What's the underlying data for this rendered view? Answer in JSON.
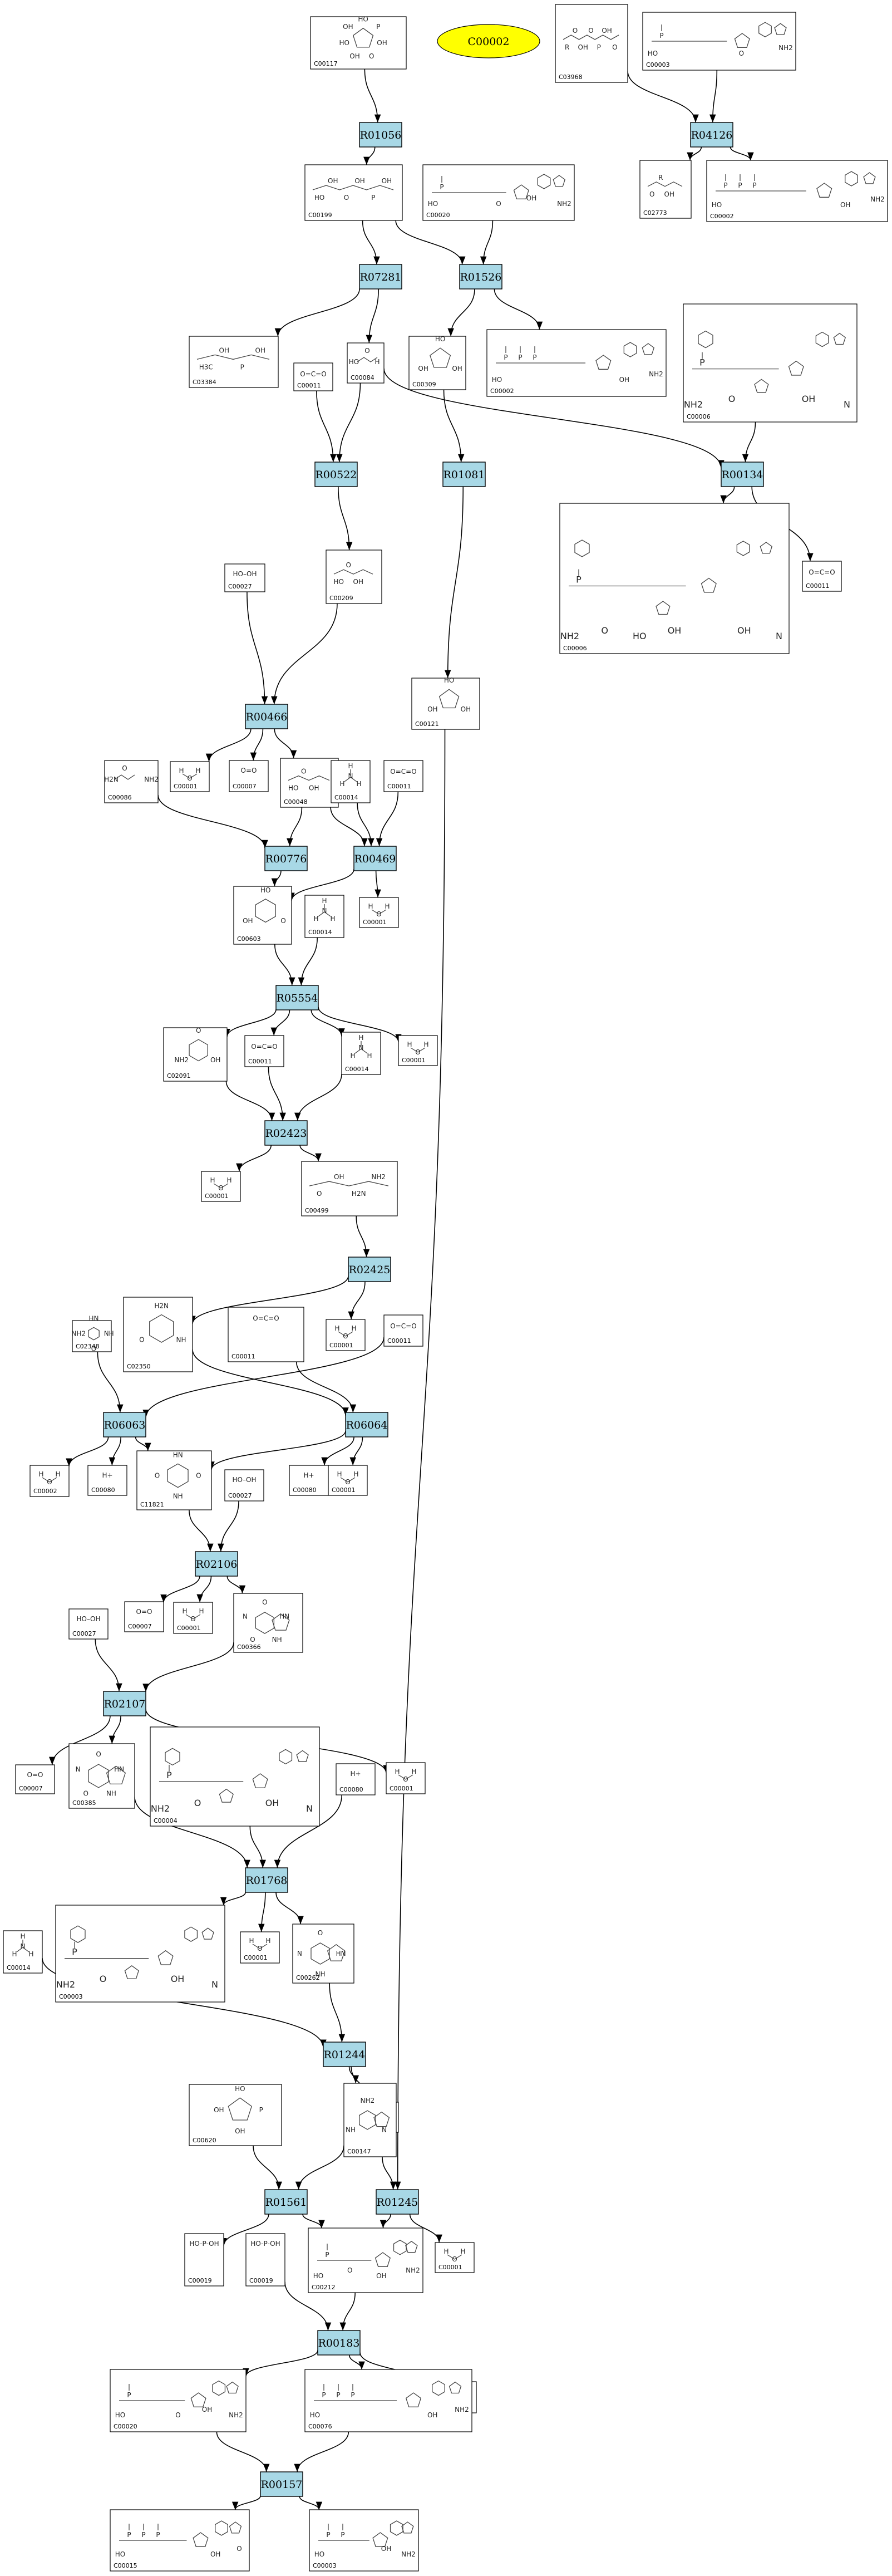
{
  "target": {
    "id": "C00002"
  },
  "compounds": [
    {
      "id": "C00117",
      "kind": "ring",
      "atoms": [
        "HO",
        "P",
        "OH",
        "O",
        "OH",
        "HO",
        "OH"
      ]
    },
    {
      "id": "C03968",
      "kind": "chainR",
      "atoms": [
        "R",
        "O",
        "OH",
        "O",
        "P",
        "OH",
        "O"
      ]
    },
    {
      "id": "C00003",
      "kind": "nuc",
      "atoms": [
        "HO",
        "P",
        "O",
        "NH2"
      ]
    },
    {
      "id": "C02773",
      "kind": "chainR",
      "atoms": [
        "O",
        "R",
        "OH"
      ]
    },
    {
      "id": "C00002",
      "kind": "nuc",
      "atoms": [
        "HO",
        "P",
        "P",
        "P",
        "OH",
        "NH2"
      ]
    },
    {
      "id": "C00199",
      "kind": "chain",
      "atoms": [
        "HO",
        "OH",
        "O",
        "OH",
        "P",
        "OH"
      ]
    },
    {
      "id": "C00020",
      "kind": "nuc",
      "atoms": [
        "HO",
        "P",
        "O",
        "OH",
        "NH2"
      ]
    },
    {
      "id": "C03384",
      "kind": "chain",
      "atoms": [
        "H3C",
        "OH",
        "P",
        "OH"
      ]
    },
    {
      "id": "C00011",
      "kind": "co2",
      "atoms": [
        "O",
        "C",
        "O"
      ]
    },
    {
      "id": "C00084",
      "kind": "small",
      "atoms": [
        "HO",
        "O",
        "H"
      ]
    },
    {
      "id": "C00309",
      "kind": "ring",
      "atoms": [
        "HO",
        "OH",
        "OH"
      ]
    },
    {
      "id": "C00002",
      "kind": "nuc",
      "atoms": [
        "HO",
        "P",
        "P",
        "P",
        "OH",
        "NH2"
      ]
    },
    {
      "id": "C00006",
      "kind": "nad",
      "atoms": [
        "NH2",
        "O",
        "P",
        "OH",
        "N"
      ]
    },
    {
      "id": "C00006",
      "kind": "nad",
      "atoms": [
        "NH2",
        "O",
        "HO",
        "OH",
        "P",
        "OH",
        "N"
      ]
    },
    {
      "id": "C00011",
      "kind": "co2",
      "atoms": [
        "O",
        "C",
        "O"
      ]
    },
    {
      "id": "C00027",
      "kind": "text",
      "atoms": [
        "HO–OH"
      ]
    },
    {
      "id": "C00209",
      "kind": "chain",
      "atoms": [
        "HO",
        "O",
        "OH"
      ]
    },
    {
      "id": "C00121",
      "kind": "ring",
      "atoms": [
        "HO",
        "OH",
        "OH"
      ]
    },
    {
      "id": "C00086",
      "kind": "small",
      "atoms": [
        "H2N",
        "O",
        "NH2"
      ]
    },
    {
      "id": "C00001",
      "kind": "water",
      "atoms": [
        "H",
        "O",
        "H"
      ]
    },
    {
      "id": "C00007",
      "kind": "text",
      "atoms": [
        "O=O"
      ]
    },
    {
      "id": "C00048",
      "kind": "chain",
      "atoms": [
        "HO",
        "O",
        "OH"
      ]
    },
    {
      "id": "C00014",
      "kind": "nh3",
      "atoms": [
        "H",
        "N",
        "H",
        "H"
      ]
    },
    {
      "id": "C00011",
      "kind": "co2",
      "atoms": [
        "O",
        "C",
        "O"
      ]
    },
    {
      "id": "C00603",
      "kind": "ring6",
      "atoms": [
        "HO",
        "O",
        "OH"
      ]
    },
    {
      "id": "C00014",
      "kind": "nh3",
      "atoms": [
        "H",
        "N",
        "H",
        "H"
      ]
    },
    {
      "id": "C00001",
      "kind": "water",
      "atoms": [
        "H",
        "O",
        "H"
      ]
    },
    {
      "id": "C02091",
      "kind": "ring6",
      "atoms": [
        "O",
        "OH",
        "NH2"
      ]
    },
    {
      "id": "C00011",
      "kind": "co2",
      "atoms": [
        "O",
        "C",
        "O"
      ]
    },
    {
      "id": "C00014",
      "kind": "nh3",
      "atoms": [
        "H",
        "N",
        "H",
        "H"
      ]
    },
    {
      "id": "C00001",
      "kind": "water",
      "atoms": [
        "H",
        "O",
        "H"
      ]
    },
    {
      "id": "C00001",
      "kind": "water",
      "atoms": [
        "H",
        "O",
        "H"
      ]
    },
    {
      "id": "C00499",
      "kind": "chain",
      "atoms": [
        "O",
        "OH",
        "H2N",
        "NH2"
      ]
    },
    {
      "id": "C00011",
      "kind": "co2",
      "atoms": [
        "O",
        "C",
        "O"
      ]
    },
    {
      "id": "C02348",
      "kind": "ring6",
      "atoms": [
        "HN",
        "NH",
        "O",
        "NH2"
      ]
    },
    {
      "id": "C02350",
      "kind": "ring6",
      "atoms": [
        "H2N",
        "NH",
        "O"
      ]
    },
    {
      "id": "C00011",
      "kind": "co2",
      "atoms": [
        "O",
        "C",
        "O"
      ]
    },
    {
      "id": "C00001",
      "kind": "water",
      "atoms": [
        "H",
        "O",
        "H"
      ]
    },
    {
      "id": "C00002",
      "kind": "water",
      "atoms": [
        "H",
        "O",
        "H"
      ]
    },
    {
      "id": "C00080",
      "kind": "text",
      "atoms": [
        "H+"
      ]
    },
    {
      "id": "C11821",
      "kind": "ring6",
      "atoms": [
        "HN",
        "O",
        "NH",
        "O"
      ]
    },
    {
      "id": "C00027",
      "kind": "text",
      "atoms": [
        "HO–OH"
      ]
    },
    {
      "id": "C00080",
      "kind": "text",
      "atoms": [
        "H+"
      ]
    },
    {
      "id": "C00001",
      "kind": "water",
      "atoms": [
        "H",
        "O",
        "H"
      ]
    },
    {
      "id": "C00007",
      "kind": "text",
      "atoms": [
        "O=O"
      ]
    },
    {
      "id": "C00001",
      "kind": "water",
      "atoms": [
        "H",
        "O",
        "H"
      ]
    },
    {
      "id": "C00366",
      "kind": "purine",
      "atoms": [
        "O",
        "HN",
        "NH",
        "O",
        "N"
      ]
    },
    {
      "id": "C00027",
      "kind": "text",
      "atoms": [
        "HO–OH"
      ]
    },
    {
      "id": "C00007",
      "kind": "text",
      "atoms": [
        "O=O"
      ]
    },
    {
      "id": "C00385",
      "kind": "purine",
      "atoms": [
        "O",
        "HN",
        "NH",
        "O",
        "N"
      ]
    },
    {
      "id": "C00004",
      "kind": "nad",
      "atoms": [
        "NH2",
        "O",
        "P",
        "OH",
        "N"
      ]
    },
    {
      "id": "C00080",
      "kind": "text",
      "atoms": [
        "H+"
      ]
    },
    {
      "id": "C00001",
      "kind": "water",
      "atoms": [
        "H",
        "O",
        "H"
      ]
    },
    {
      "id": "C00003",
      "kind": "nad",
      "atoms": [
        "NH2",
        "O",
        "P",
        "OH",
        "N"
      ]
    },
    {
      "id": "C00001",
      "kind": "water",
      "atoms": [
        "H",
        "O",
        "H"
      ]
    },
    {
      "id": "C00262",
      "kind": "purine",
      "atoms": [
        "O",
        "HN",
        "NH",
        "N"
      ]
    },
    {
      "id": "C00014",
      "kind": "nh3",
      "atoms": [
        "H",
        "N",
        "H",
        "H"
      ]
    },
    {
      "id": "C00001",
      "kind": "water",
      "atoms": [
        "H",
        "O",
        "H"
      ]
    },
    {
      "id": "C00620",
      "kind": "ring",
      "atoms": [
        "HO",
        "P",
        "OH",
        "OH"
      ]
    },
    {
      "id": "C00147",
      "kind": "purine",
      "atoms": [
        "NH2",
        "N",
        "NH"
      ]
    },
    {
      "id": "C00019",
      "kind": "text",
      "atoms": [
        "HO-P-OH"
      ]
    },
    {
      "id": "C00019",
      "kind": "text",
      "atoms": [
        "HO-P-OH"
      ]
    },
    {
      "id": "C00212",
      "kind": "nuc",
      "atoms": [
        "HO",
        "O",
        "OH",
        "NH2"
      ]
    },
    {
      "id": "C00001",
      "kind": "water",
      "atoms": [
        "H",
        "O",
        "H"
      ]
    },
    {
      "id": "C00001",
      "kind": "water",
      "atoms": [
        "H",
        "O",
        "H"
      ]
    },
    {
      "id": "C00020",
      "kind": "nuc",
      "atoms": [
        "HO",
        "P",
        "O",
        "OH",
        "NH2"
      ]
    },
    {
      "id": "C00076",
      "kind": "nuc",
      "atoms": [
        "HO",
        "P",
        "P",
        "P",
        "OH",
        "NH2"
      ]
    },
    {
      "id": "C00015",
      "kind": "nuc",
      "atoms": [
        "HO",
        "P",
        "P",
        "P",
        "OH",
        "O"
      ]
    },
    {
      "id": "C00003",
      "kind": "nuc",
      "atoms": [
        "HO",
        "P",
        "P",
        "OH",
        "NH2"
      ]
    }
  ],
  "reactions": [
    "R01056",
    "R04126",
    "R07281",
    "R01526",
    "R00522",
    "R01081",
    "R00134",
    "R00466",
    "R00776",
    "R00469",
    "R05554",
    "R02423",
    "R02425",
    "R06063",
    "R06064",
    "R02106",
    "R02107",
    "R01768",
    "R01244",
    "R01561",
    "R01245",
    "R00183",
    "R00157"
  ],
  "edges": [
    [
      "c0",
      "r0"
    ],
    [
      "r0",
      "c5"
    ],
    [
      "c2",
      "r1"
    ],
    [
      "c1",
      "r1"
    ],
    [
      "r1",
      "c3"
    ],
    [
      "r1",
      "c4"
    ],
    [
      "c5",
      "r2"
    ],
    [
      "c5",
      "r3"
    ],
    [
      "c6",
      "r3"
    ],
    [
      "r2",
      "c7"
    ],
    [
      "r2",
      "c9"
    ],
    [
      "r3",
      "c10"
    ],
    [
      "r3",
      "c11"
    ],
    [
      "c8",
      "r4"
    ],
    [
      "c9",
      "r4"
    ],
    [
      "c9",
      "r6"
    ],
    [
      "c10",
      "r5"
    ],
    [
      "c12",
      "r6"
    ],
    [
      "r6",
      "c13"
    ],
    [
      "r6",
      "c14"
    ],
    [
      "r4",
      "c16"
    ],
    [
      "r5",
      "c17"
    ],
    [
      "c15",
      "r7"
    ],
    [
      "c16",
      "r7"
    ],
    [
      "r7",
      "c19"
    ],
    [
      "r7",
      "c20"
    ],
    [
      "r7",
      "c21"
    ],
    [
      "c18",
      "r8"
    ],
    [
      "c21",
      "r8"
    ],
    [
      "c21",
      "r9"
    ],
    [
      "c22",
      "r9"
    ],
    [
      "c23",
      "r9"
    ],
    [
      "r8",
      "c24"
    ],
    [
      "r9",
      "c24"
    ],
    [
      "r9",
      "c26"
    ],
    [
      "c24",
      "r10"
    ],
    [
      "c25",
      "r10"
    ],
    [
      "r10",
      "c27"
    ],
    [
      "r10",
      "c28"
    ],
    [
      "r10",
      "c29"
    ],
    [
      "r10",
      "c30"
    ],
    [
      "c27",
      "r11"
    ],
    [
      "c28",
      "r11"
    ],
    [
      "c29",
      "r11"
    ],
    [
      "r11",
      "c31"
    ],
    [
      "r11",
      "c32"
    ],
    [
      "c32",
      "r12"
    ],
    [
      "r12",
      "c35"
    ],
    [
      "r12",
      "c37"
    ],
    [
      "c33",
      "r13"
    ],
    [
      "c34",
      "r13"
    ],
    [
      "r13",
      "c38"
    ],
    [
      "r13",
      "c39"
    ],
    [
      "r13",
      "c40"
    ],
    [
      "c35",
      "r14"
    ],
    [
      "c36",
      "r14"
    ],
    [
      "r14",
      "c40"
    ],
    [
      "r14",
      "c42"
    ],
    [
      "r14",
      "c43"
    ],
    [
      "c40",
      "r15"
    ],
    [
      "c41",
      "r15"
    ],
    [
      "r15",
      "c44"
    ],
    [
      "r15",
      "c45"
    ],
    [
      "r15",
      "c46"
    ],
    [
      "c46",
      "r16"
    ],
    [
      "c47",
      "r16"
    ],
    [
      "r16",
      "c48"
    ],
    [
      "r16",
      "c49"
    ],
    [
      "r16",
      "c52"
    ],
    [
      "c49",
      "r17"
    ],
    [
      "c50",
      "r17"
    ],
    [
      "c51",
      "r17"
    ],
    [
      "r17",
      "c53"
    ],
    [
      "r17",
      "c54"
    ],
    [
      "r17",
      "c55"
    ],
    [
      "c55",
      "r18"
    ],
    [
      "c56",
      "r18"
    ],
    [
      "r18",
      "c59"
    ],
    [
      "r18",
      "c57"
    ],
    [
      "c58",
      "r19"
    ],
    [
      "c59",
      "r19"
    ],
    [
      "r19",
      "c60"
    ],
    [
      "r19",
      "c62"
    ],
    [
      "c59",
      "r20"
    ],
    [
      "c17",
      "r20"
    ],
    [
      "r20",
      "c62"
    ],
    [
      "r20",
      "c63"
    ],
    [
      "c61",
      "r21"
    ],
    [
      "c62",
      "r21"
    ],
    [
      "r21",
      "c64"
    ],
    [
      "r21",
      "c65"
    ],
    [
      "r21",
      "c66"
    ],
    [
      "c65",
      "r22"
    ],
    [
      "c66",
      "r22"
    ],
    [
      "r22",
      "c67"
    ],
    [
      "r22",
      "c68"
    ]
  ]
}
